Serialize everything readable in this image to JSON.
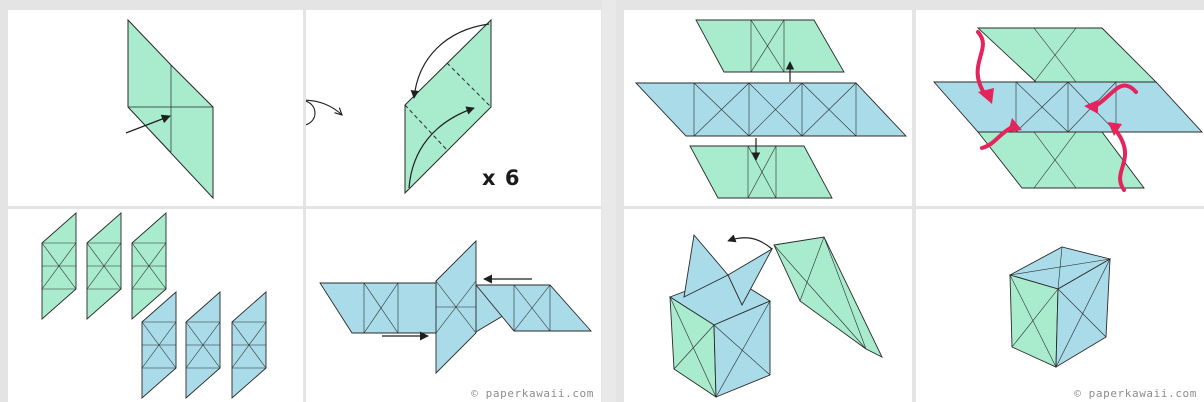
{
  "colors": {
    "green": "#a8ebcd",
    "blue": "#a9dbe9",
    "stroke": "#2a2a2a",
    "arrow_pink": "#e4245d",
    "background": "#ffffff",
    "gutter": "#e4e4e4"
  },
  "left_sheet": {
    "step_1": {
      "description_icon": "fold-center-arrow"
    },
    "step_2": {
      "multiplier_label": "x 6"
    },
    "step_3": {
      "unit_colors": [
        "green",
        "green",
        "green",
        "blue",
        "blue",
        "blue"
      ]
    },
    "step_4": {},
    "watermark": "© paperkawaii.com"
  },
  "right_sheet": {
    "step_5": {},
    "step_6": {},
    "step_7": {},
    "step_8": {},
    "watermark": "© paperkawaii.com"
  }
}
